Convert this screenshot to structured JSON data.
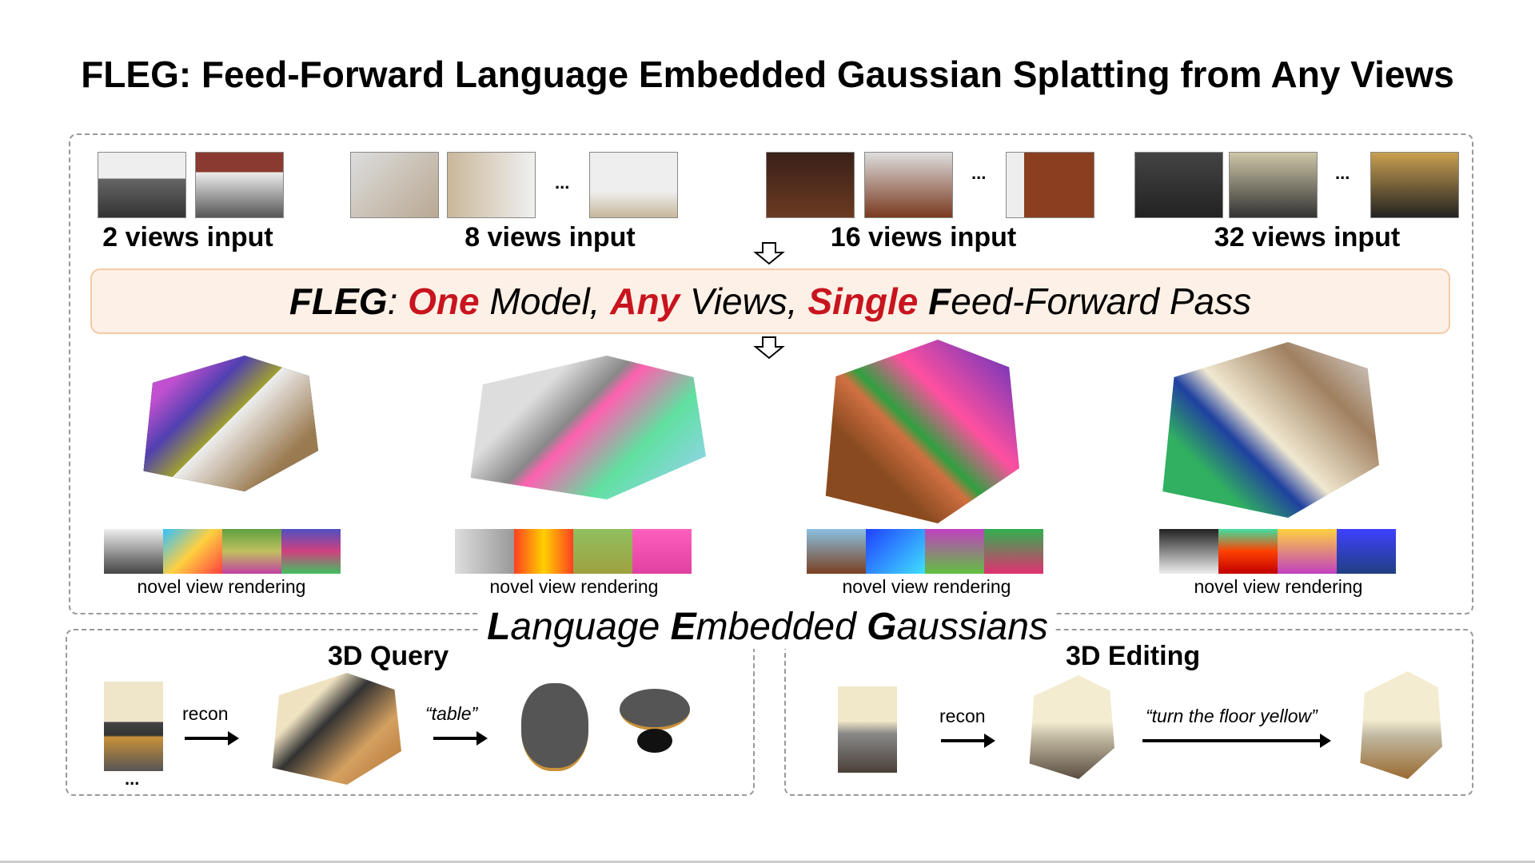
{
  "title": "FLEG: Feed-Forward Language Embedded Gaussian Splatting from Any Views",
  "inputs": [
    {
      "label": "2 views input"
    },
    {
      "label": "8 views input",
      "ellipsis": "..."
    },
    {
      "label": "16 views input",
      "ellipsis": "..."
    },
    {
      "label": "32 views input",
      "ellipsis": "..."
    }
  ],
  "banner": {
    "fleg": "FLEG",
    "colon": ": ",
    "one": "One",
    "model": " Model, ",
    "any": "Any",
    "views": " Views, ",
    "single": "Single",
    "f": " F",
    "rest": "eed-Forward Pass"
  },
  "novel_label": "novel view rendering",
  "section_title": {
    "l": "L",
    "anguage": "anguage ",
    "e": "E",
    "mbedded": "mbedded ",
    "g": "G",
    "aussians": "aussians"
  },
  "query": {
    "title": "3D Query",
    "recon": "recon",
    "prompt": "“table”",
    "ellipsis": "..."
  },
  "editing": {
    "title": "3D Editing",
    "recon": "recon",
    "prompt": "“turn the floor yellow”"
  },
  "colors": {
    "accent_red": "#c8141e",
    "banner_bg": "#fdf0e6",
    "banner_border": "#f4c9a5"
  }
}
